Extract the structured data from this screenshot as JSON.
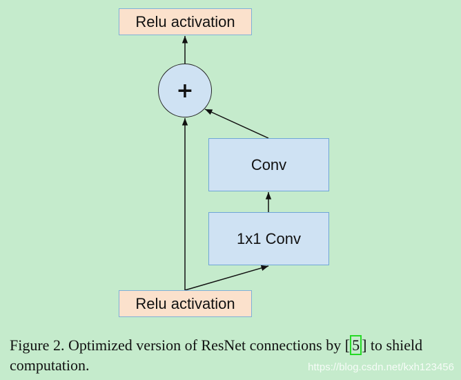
{
  "diagram": {
    "nodes": {
      "relu_top": "Relu activation",
      "add": "+",
      "conv": "Conv",
      "conv_1x1": "1x1 Conv",
      "relu_bottom": "Relu activation"
    },
    "edges": [
      {
        "from": "relu_bottom",
        "to": "add"
      },
      {
        "from": "relu_bottom",
        "to": "conv_1x1"
      },
      {
        "from": "conv_1x1",
        "to": "conv"
      },
      {
        "from": "conv",
        "to": "add"
      },
      {
        "from": "add",
        "to": "relu_top"
      }
    ]
  },
  "caption": {
    "before": "Figure 2. Optimized version of ResNet connections by [",
    "ref": "5",
    "after": "] to shield computation."
  },
  "watermark": "https://blog.csdn.net/kxh123456"
}
